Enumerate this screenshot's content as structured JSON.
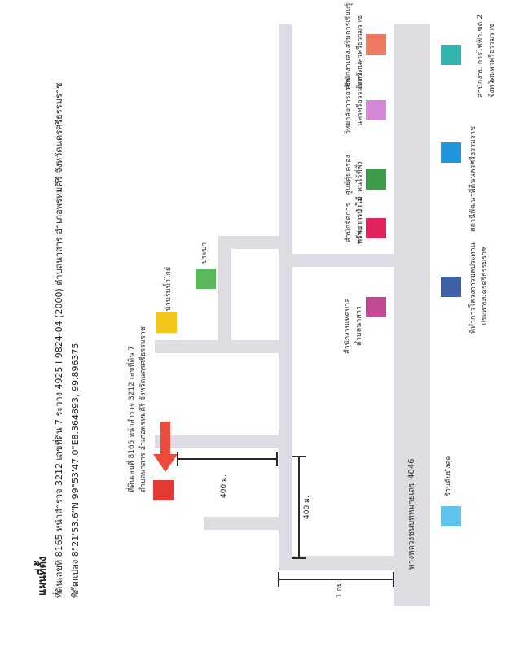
{
  "header": {
    "title": "แผนที่ตั้ง",
    "line1": "ที่ดินเลขที่ 8165 หน้าสำรวจ 3212 เลขที่ดิน 7 ระวาง 4925 I 9824-04 (2000) ตำบลนาสาร อำเภอพรหมคีรี จังหวัดนครศรีธรรมราช",
    "line2": "พิกัดแปลง 8°21'53.6\"N 99°53'47.0\"E8.364893, 99.896375"
  },
  "map": {
    "highway_label": "ทางหลวงชนบทหมายเลข 4046",
    "parcel": {
      "line1": "ที่ดินเลขที่ 8165 หน้าสำรวจ 3212 เลขที่ดิน 7",
      "line2": "ตำบลนาสาร อำเภอพรหมคีรี จังหวัดนครศรีธรรมราช"
    },
    "distances": {
      "dist_400_a": "400 ม.",
      "dist_400_b": "400 ม.",
      "dist_1km": "1 กม."
    },
    "landmarks": {
      "home": "บ้านริมน้ำไกย์",
      "prapa": "ประปา",
      "shop": "ร้านต้นมังคุด",
      "pao_l1": "สำนักงานเทศบาล",
      "pao_l2": "ตำบลนาสาร",
      "coop_l1": "สำนักจัดการ",
      "coop_l2": "ทรัพยากรป่าไม้",
      "center_l1": "ศูนย์คุ้มครอง",
      "center_l2": "คนไร้ที่พึ่ง",
      "college_l1": "วิทยาลัยการอาชีพ",
      "college_l2": "นครศรีธรรมราช",
      "office_top_l1": "สำนักงานส่งเสริมการเรียนรู้",
      "office_top_l2": "จังหวัดนครศรีธรรมราช",
      "irrigation_l1": "ที่ทำการโครงการชลประทาน",
      "irrigation_l2": "ประทานนครศรีธรรมราช",
      "land_dev": "สถานีพัฒนาที่ดินนครศรีธรรมราช",
      "electric_l1": "สำนักงาน การไฟฟ้าเขต 2",
      "electric_l2": "จังหวัดนครศรีธรรมราช"
    },
    "colors": {
      "road": "#dedbe3",
      "parcel_red": "#e53935",
      "arrow_red": "#ef4b3b",
      "yellow": "#f5c518",
      "green": "#5cb85c",
      "light_blue": "#5ec4ee",
      "magenta": "#c04a93",
      "crimson": "#e0245e",
      "dark_green": "#3f9c4a",
      "lilac": "#d189d6",
      "salmon": "#ef7a63",
      "steel_blue": "#3f61a8",
      "blue": "#2196e0",
      "teal": "#33b3ad"
    }
  }
}
